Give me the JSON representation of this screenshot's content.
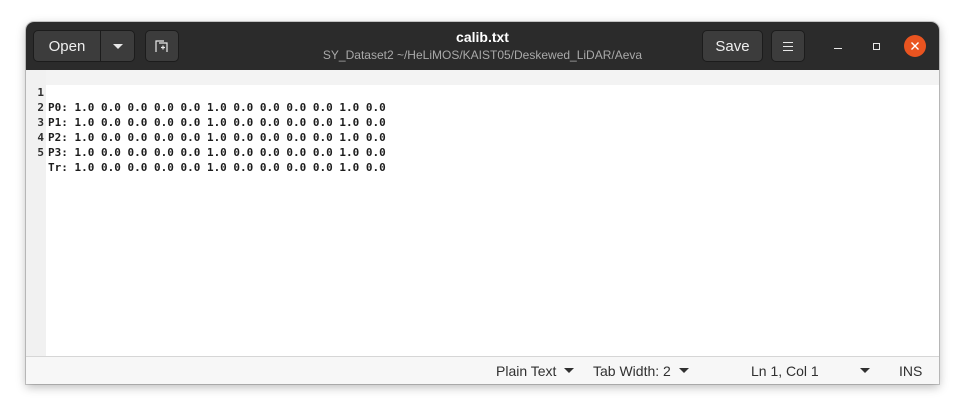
{
  "header": {
    "open_label": "Open",
    "save_label": "Save",
    "title": "calib.txt",
    "subtitle": "SY_Dataset2 ~/HeLiMOS/KAIST05/Deskewed_LiDAR/Aeva",
    "icons": {
      "open_dropdown": "chevron-down-icon",
      "new_tab": "new-tab-icon",
      "menu": "hamburger-menu-icon",
      "minimize": "minimize-icon",
      "maximize": "maximize-icon",
      "close": "close-icon"
    },
    "close_color": "#e95420"
  },
  "editor": {
    "lines": [
      {
        "number": "1",
        "text": "P0: 1.0 0.0 0.0 0.0 0.0 1.0 0.0 0.0 0.0 0.0 1.0 0.0"
      },
      {
        "number": "2",
        "text": "P1: 1.0 0.0 0.0 0.0 0.0 1.0 0.0 0.0 0.0 0.0 1.0 0.0"
      },
      {
        "number": "3",
        "text": "P2: 1.0 0.0 0.0 0.0 0.0 1.0 0.0 0.0 0.0 0.0 1.0 0.0"
      },
      {
        "number": "4",
        "text": "P3: 1.0 0.0 0.0 0.0 0.0 1.0 0.0 0.0 0.0 0.0 1.0 0.0"
      },
      {
        "number": "5",
        "text": "Tr: 1.0 0.0 0.0 0.0 0.0 1.0 0.0 0.0 0.0 0.0 1.0 0.0"
      }
    ]
  },
  "statusbar": {
    "language": "Plain Text",
    "tab_width": "Tab Width: 2",
    "position": "Ln 1, Col 1",
    "mode": "INS"
  }
}
